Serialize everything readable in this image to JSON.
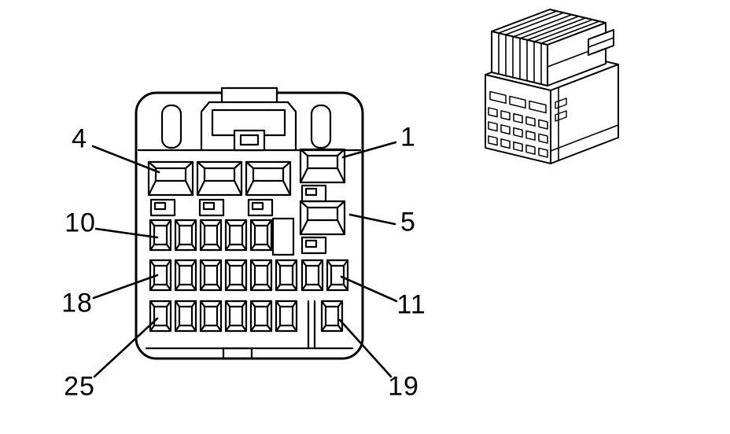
{
  "diagram": {
    "callouts": {
      "c4": "4",
      "c1": "1",
      "c10": "10",
      "c5": "5",
      "c18": "18",
      "c11": "11",
      "c25": "25",
      "c19": "19"
    },
    "colors": {
      "line": "#000000",
      "background": "#ffffff"
    }
  }
}
